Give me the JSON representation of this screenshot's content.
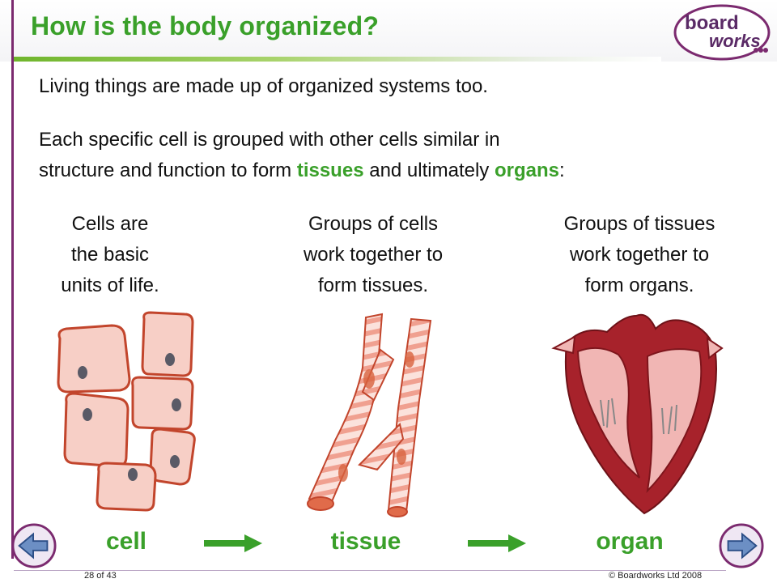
{
  "slide": {
    "title": "How is the body organized?",
    "para1": "Living things are made up of organized systems too.",
    "para2_line1": "Each specific cell is grouped with other cells similar in",
    "para2_line2_a": "structure and function to form ",
    "para2_term1": "tissues",
    "para2_line2_b": " and ultimately ",
    "para2_term2": "organs",
    "para2_line2_c": ":"
  },
  "columns": [
    {
      "lines": [
        "Cells are",
        "the basic",
        "units of life."
      ],
      "label": "cell"
    },
    {
      "lines": [
        "Groups of cells",
        "work together to",
        "form tissues."
      ],
      "label": "tissue"
    },
    {
      "lines": [
        "Groups of tissues",
        "work together to",
        "form organs."
      ],
      "label": "organ"
    }
  ],
  "logo": {
    "line1": "board",
    "line2": "works"
  },
  "footer": {
    "page": "28 of 43",
    "copyright": "© Boardworks Ltd 2008"
  },
  "colors": {
    "accent": "#3aa02a",
    "brand": "#7b2a6f",
    "cell_fill": "#f6c7c0",
    "heart": "#b3222a"
  },
  "icons": {
    "prev": "left-arrow-icon",
    "next": "right-arrow-icon"
  }
}
